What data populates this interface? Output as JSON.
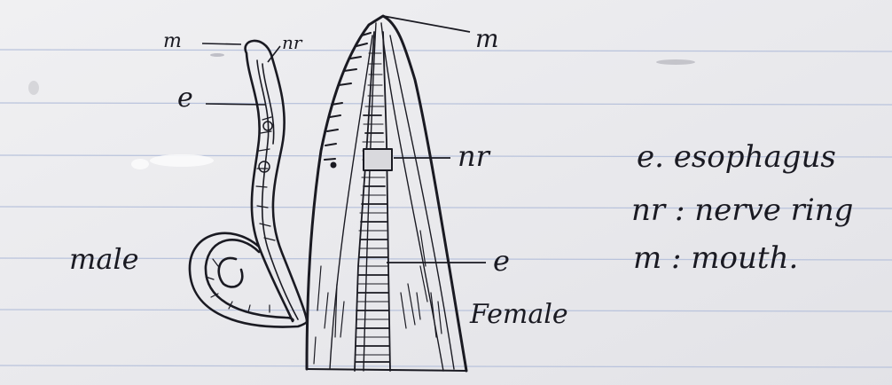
{
  "colors": {
    "paper": "#ebebee",
    "rule_line": "#b9c3dc",
    "ink": "#1a1a22"
  },
  "male": {
    "label": "male",
    "callouts": {
      "mouth": "m",
      "nerve_ring": "nr",
      "esophagus": "e"
    }
  },
  "female": {
    "label": "Female",
    "callouts": {
      "mouth": "m",
      "nerve_ring": "nr",
      "esophagus": "e"
    }
  },
  "legend": [
    "e. esophagus",
    "nr : nerve ring",
    "m : mouth."
  ]
}
